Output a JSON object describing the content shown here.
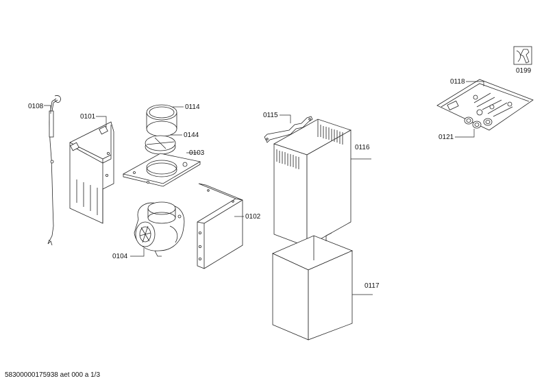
{
  "parts": {
    "p0108": "0108",
    "p0101": "0101",
    "p0114": "0114",
    "p0144": "0144",
    "p0103": "0103",
    "p0104": "0104",
    "p0102": "0102",
    "p0115": "0115",
    "p0116": "0116",
    "p0117": "0117",
    "p0118": "0118",
    "p0121": "0121",
    "p0199": "0199"
  },
  "icons": {
    "manual": "wrench-manual-icon"
  },
  "footer": {
    "doc_id": "58300000175938 aet 000 a 1/3"
  }
}
